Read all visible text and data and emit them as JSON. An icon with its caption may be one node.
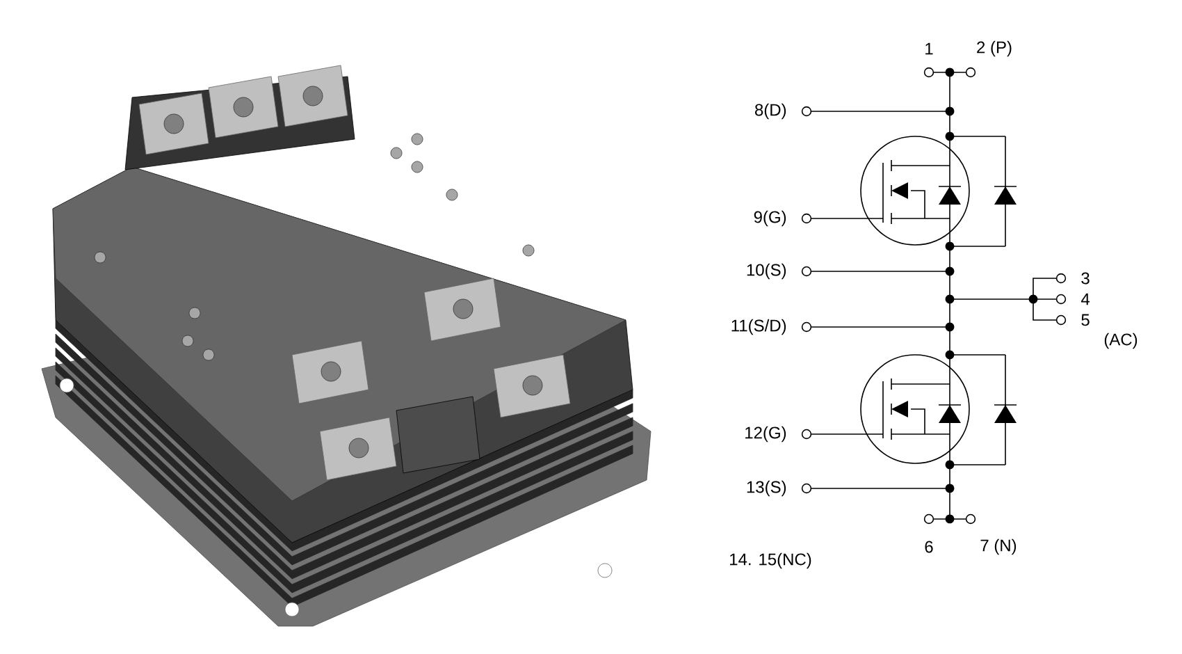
{
  "diagram": {
    "labels": [
      "1",
      "2 (P)",
      "8(D)",
      "9(G)",
      "10(S)",
      "3",
      "4",
      "5",
      "11(S/D)",
      "(AC)",
      "12(G)",
      "13(S)",
      "6",
      "7 (N)",
      "14. 15(NC)"
    ]
  }
}
